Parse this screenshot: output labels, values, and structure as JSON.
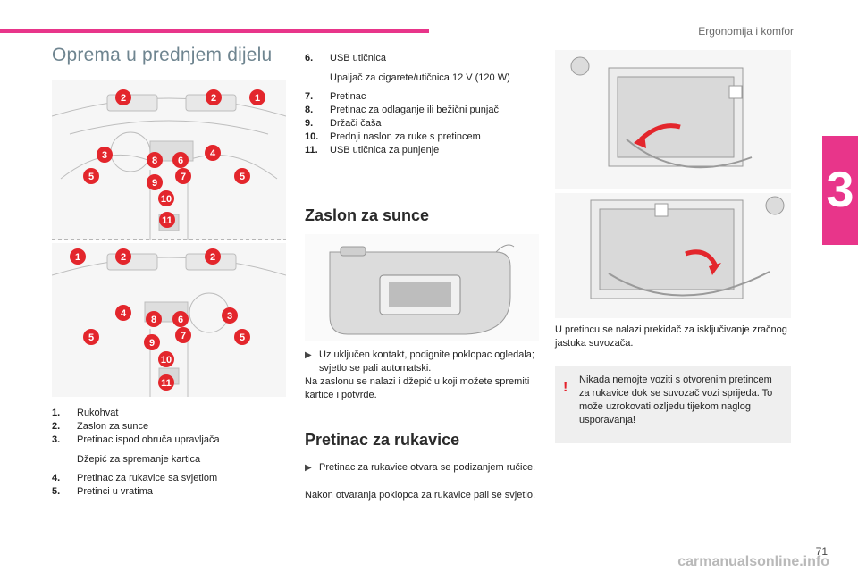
{
  "header": {
    "chapter_title": "Ergonomija i komfor",
    "chapter_number": "3",
    "page_number": "71",
    "watermark": "carmanualsonline.info"
  },
  "accent_color": "#e8358a",
  "marker_color": "#e3262c",
  "col1": {
    "title": "Oprema u prednjem dijelu",
    "figure_top_markers": [
      "2",
      "2",
      "1",
      "3",
      "8",
      "6",
      "4",
      "5",
      "7",
      "5",
      "9",
      "10",
      "11"
    ],
    "figure_bottom_markers": [
      "1",
      "2",
      "2",
      "4",
      "8",
      "6",
      "3",
      "5",
      "7",
      "5",
      "9",
      "10",
      "11"
    ],
    "items": [
      {
        "num": "1.",
        "text": "Rukohvat"
      },
      {
        "num": "2.",
        "text": "Zaslon za sunce"
      },
      {
        "num": "3.",
        "text": "Pretinac ispod obruča upravljača",
        "sub": "Džepić za spremanje kartica"
      },
      {
        "num": "4.",
        "text": "Pretinac za rukavice sa svjetlom"
      },
      {
        "num": "5.",
        "text": "Pretinci u vratima"
      }
    ]
  },
  "col2": {
    "items": [
      {
        "num": "6.",
        "text": "USB utičnica",
        "sub": "Upaljač za cigarete/utičnica 12 V (120 W)"
      },
      {
        "num": "7.",
        "text": "Pretinac"
      },
      {
        "num": "8.",
        "text": "Pretinac za odlaganje ili bežični punjač"
      },
      {
        "num": "9.",
        "text": "Držači čaša"
      },
      {
        "num": "10.",
        "text": "Prednji naslon za ruke s pretincem"
      },
      {
        "num": "11.",
        "text": "USB utičnica za punjenje"
      }
    ],
    "sun_visor": {
      "heading": "Zaslon za sunce",
      "bullet": "Uz uključen kontakt, podignite poklopac ogledala; svjetlo se pali automatski.",
      "text": "Na zaslonu se nalazi i džepić u koji možete spremiti kartice i potvrde."
    },
    "glovebox": {
      "heading": "Pretinac za rukavice",
      "bullet": "Pretinac za rukavice otvara se podizanjem ručice.",
      "text": "Nakon otvaranja poklopca za rukavice pali se svjetlo."
    }
  },
  "col3": {
    "caption": "U pretincu se nalazi prekidač za isključivanje zračnog jastuka suvozača.",
    "warning_mark": "!",
    "warning": "Nikada nemojte voziti s otvorenim pretincem za rukavice dok se suvozač vozi sprijeda. To može uzrokovati ozljedu tijekom naglog usporavanja!"
  }
}
